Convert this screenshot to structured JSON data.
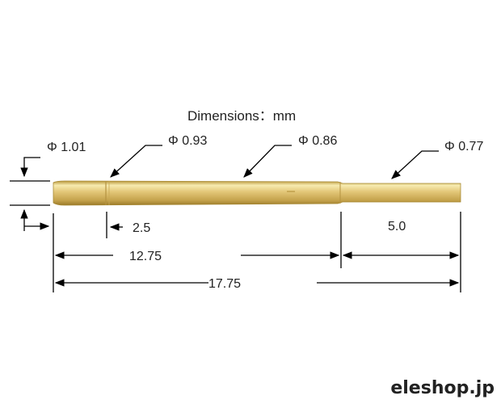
{
  "title": "Dimensions：mm",
  "diameters": {
    "d1": "Φ 1.01",
    "d2": "Φ 0.93",
    "d3": "Φ 0.86",
    "d4": "Φ 0.77"
  },
  "lengths": {
    "l1": "2.5",
    "l2": "12.75",
    "l3": "17.75",
    "l4": "5.0"
  },
  "brand": "eleshop.jp",
  "colors": {
    "pin_light": "#f6e7a8",
    "pin_mid": "#dcc06a",
    "pin_dark": "#a8862f",
    "line": "#000000"
  }
}
